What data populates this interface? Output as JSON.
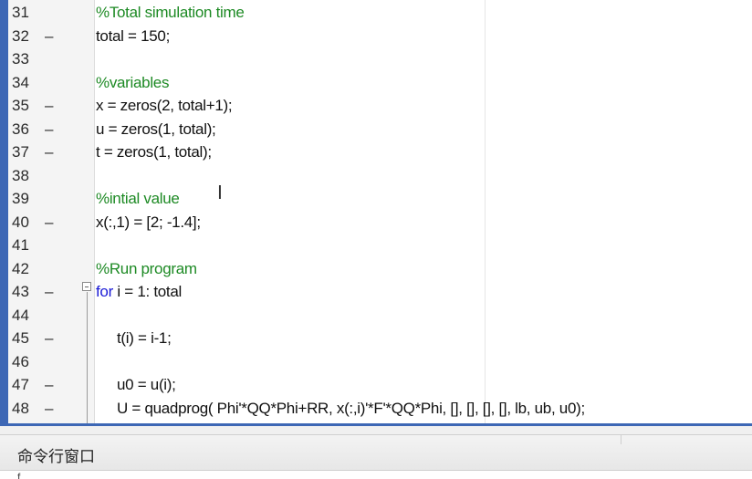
{
  "editor": {
    "lines": [
      {
        "num": "31",
        "dash": "",
        "indent": 0,
        "parts": [
          {
            "t": "%Total simulation time",
            "c": "comment"
          }
        ]
      },
      {
        "num": "32",
        "dash": "–",
        "indent": 0,
        "parts": [
          {
            "t": "total = 150;",
            "c": ""
          }
        ]
      },
      {
        "num": "33",
        "dash": "",
        "indent": 0,
        "parts": []
      },
      {
        "num": "34",
        "dash": "",
        "indent": 0,
        "parts": [
          {
            "t": "%variables",
            "c": "comment"
          }
        ]
      },
      {
        "num": "35",
        "dash": "–",
        "indent": 0,
        "parts": [
          {
            "t": "x = zeros(2, total+1);",
            "c": ""
          }
        ]
      },
      {
        "num": "36",
        "dash": "–",
        "indent": 0,
        "parts": [
          {
            "t": "u = zeros(1, total);",
            "c": ""
          }
        ]
      },
      {
        "num": "37",
        "dash": "–",
        "indent": 0,
        "parts": [
          {
            "t": "t = zeros(1, total);",
            "c": ""
          }
        ]
      },
      {
        "num": "38",
        "dash": "",
        "indent": 0,
        "parts": []
      },
      {
        "num": "39",
        "dash": "",
        "indent": 0,
        "parts": [
          {
            "t": "%intial value",
            "c": "comment"
          }
        ]
      },
      {
        "num": "40",
        "dash": "–",
        "indent": 0,
        "parts": [
          {
            "t": "x(:,1) = [2; -1.4];",
            "c": ""
          }
        ]
      },
      {
        "num": "41",
        "dash": "",
        "indent": 0,
        "parts": []
      },
      {
        "num": "42",
        "dash": "",
        "indent": 0,
        "parts": [
          {
            "t": "%Run program",
            "c": "comment"
          }
        ]
      },
      {
        "num": "43",
        "dash": "–",
        "indent": 0,
        "parts": [
          {
            "t": "for",
            "c": "keyword"
          },
          {
            "t": " i = 1: total",
            "c": ""
          }
        ]
      },
      {
        "num": "44",
        "dash": "",
        "indent": 1,
        "parts": []
      },
      {
        "num": "45",
        "dash": "–",
        "indent": 1,
        "parts": [
          {
            "t": "t(i) = i-1;",
            "c": ""
          }
        ]
      },
      {
        "num": "46",
        "dash": "",
        "indent": 1,
        "parts": []
      },
      {
        "num": "47",
        "dash": "–",
        "indent": 1,
        "parts": [
          {
            "t": "u0 = u(i);",
            "c": ""
          }
        ]
      },
      {
        "num": "48",
        "dash": "–",
        "indent": 1,
        "parts": [
          {
            "t": "U = quadprog( Phi'*QQ*Phi+RR, x(:,i)'*F'*QQ*Phi, [], [], [], [], lb, ub, u0);",
            "c": ""
          }
        ]
      }
    ]
  },
  "command_window": {
    "title": "命令行窗口",
    "prompt": "f"
  }
}
